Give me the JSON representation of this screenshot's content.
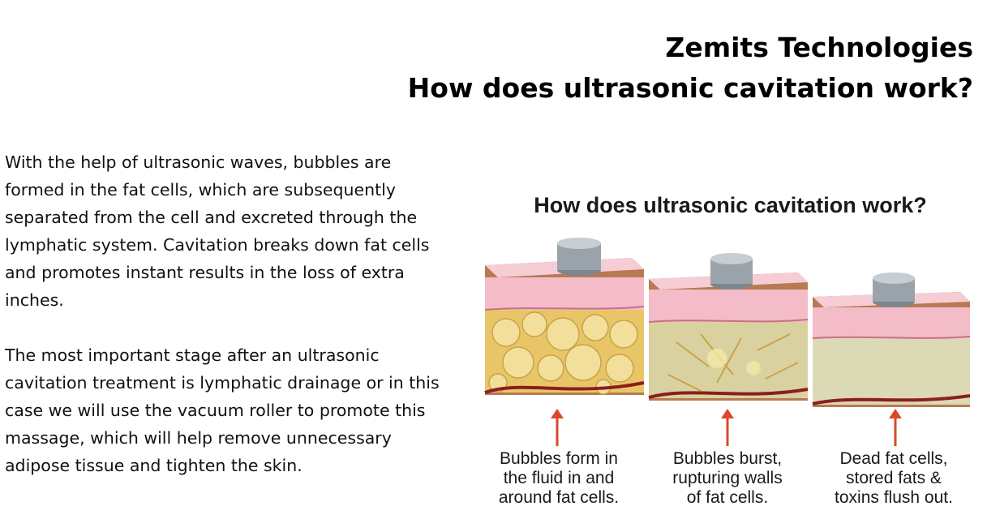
{
  "header": {
    "line1": "Zemits Technologies",
    "line2": "How does ultrasonic cavitation work?"
  },
  "body": {
    "paragraph1": "With the help of ultrasonic waves, bubbles are formed in the fat cells, which are subsequently separated from the cell and excreted through the lymphatic system. Cavitation breaks down fat cells and promotes instant results in the loss of extra inches.",
    "paragraph2": "The most important stage after an ultrasonic cavitation treatment is lymphatic drainage or in this case we will use the vacuum roller to promote this massage, which will help remove unnecessary adipose tissue and tighten the skin."
  },
  "figure": {
    "title": "How does ultrasonic cavitation work?",
    "stages": [
      {
        "caption_lines": [
          "Bubbles form in",
          "the fluid in and",
          "around fat cells."
        ]
      },
      {
        "caption_lines": [
          "Bubbles burst,",
          "rupturing walls",
          "of fat cells."
        ]
      },
      {
        "caption_lines": [
          "Dead fat cells,",
          "stored fats &",
          "toxins flush out."
        ]
      }
    ]
  },
  "colors": {
    "skin": "#f3bcc8",
    "fat": "#e8c668",
    "fat_light": "#f2df9c",
    "vessel": "#8b1e1e",
    "arrow": "#d9482b",
    "probe": "#9aa3a9"
  }
}
